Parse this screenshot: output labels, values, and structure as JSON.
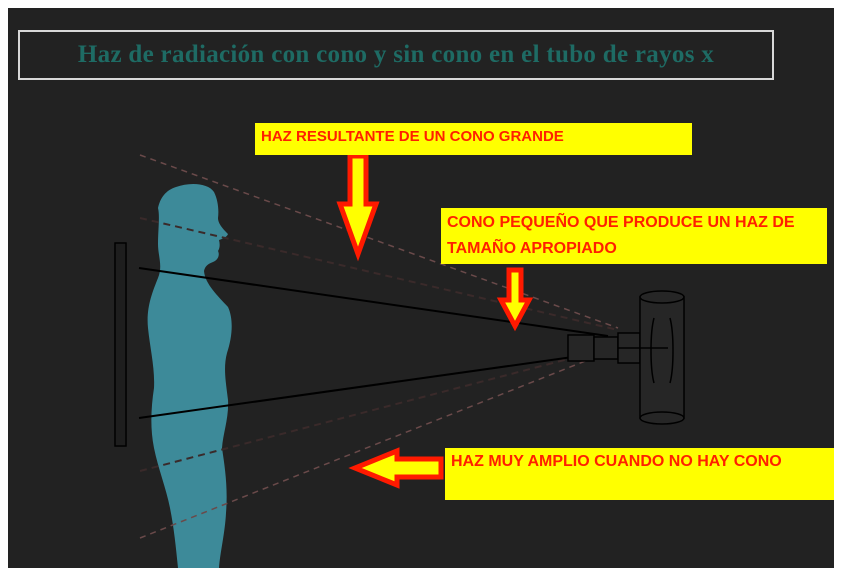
{
  "title": "Haz de radiación con cono y sin cono en el tubo de rayos x",
  "labels": {
    "large_cone": "HAZ RESULTANTE DE UN CONO GRANDE",
    "small_cone": "CONO PEQUEÑO QUE  PRODUCE  UN HAZ DE TAMAÑO APROPIADO",
    "no_cone": "HAZ MUY AMPLIO CUANDO NO HAY CONO"
  },
  "colors": {
    "background": "#222222",
    "title_text": "#1e6b64",
    "label_background": "#ffff00",
    "label_text": "#ff2000",
    "arrow_fill": "#ffff00",
    "arrow_outline": "#ff1a00",
    "figure": "#3d8a99",
    "beam": "#000000",
    "dashed_wide": "#6a4a4a"
  },
  "icons": {
    "arrow_down_large": "down-arrow-icon",
    "arrow_down_small": "down-arrow-icon",
    "arrow_left": "left-arrow-icon"
  }
}
